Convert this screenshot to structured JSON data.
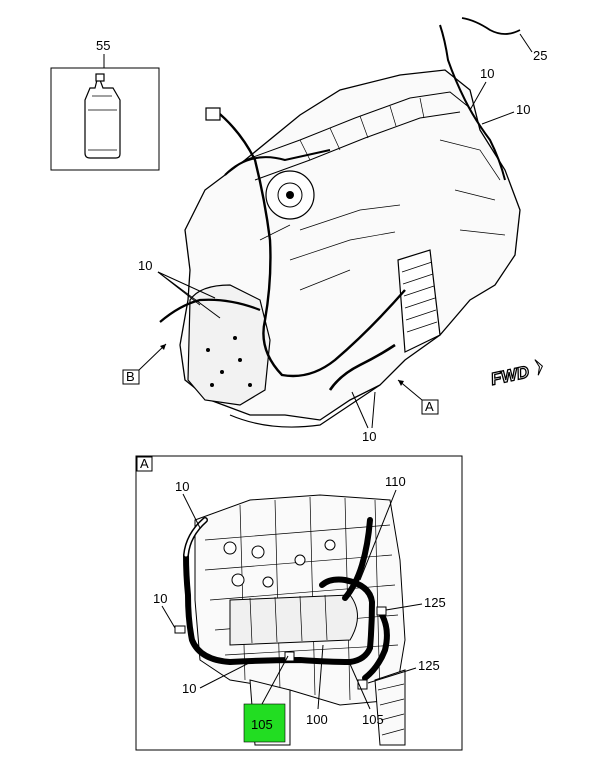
{
  "callouts": {
    "c55": "55",
    "c25": "25",
    "c10_top": "10",
    "c10_right": "10",
    "c10_left": "10",
    "c10_bottom": "10",
    "view_b": "B",
    "view_a": "A",
    "fwd": "FWD",
    "detail_title": "A",
    "d_10_top": "10",
    "d_110": "110",
    "d_10_left": "10",
    "d_125_top": "125",
    "d_125_bottom": "125",
    "d_10_bottom": "10",
    "d_105_left": "105",
    "d_100": "100",
    "d_105_right": "105"
  },
  "colors": {
    "highlight": "#22dd22",
    "ink": "#000000"
  }
}
